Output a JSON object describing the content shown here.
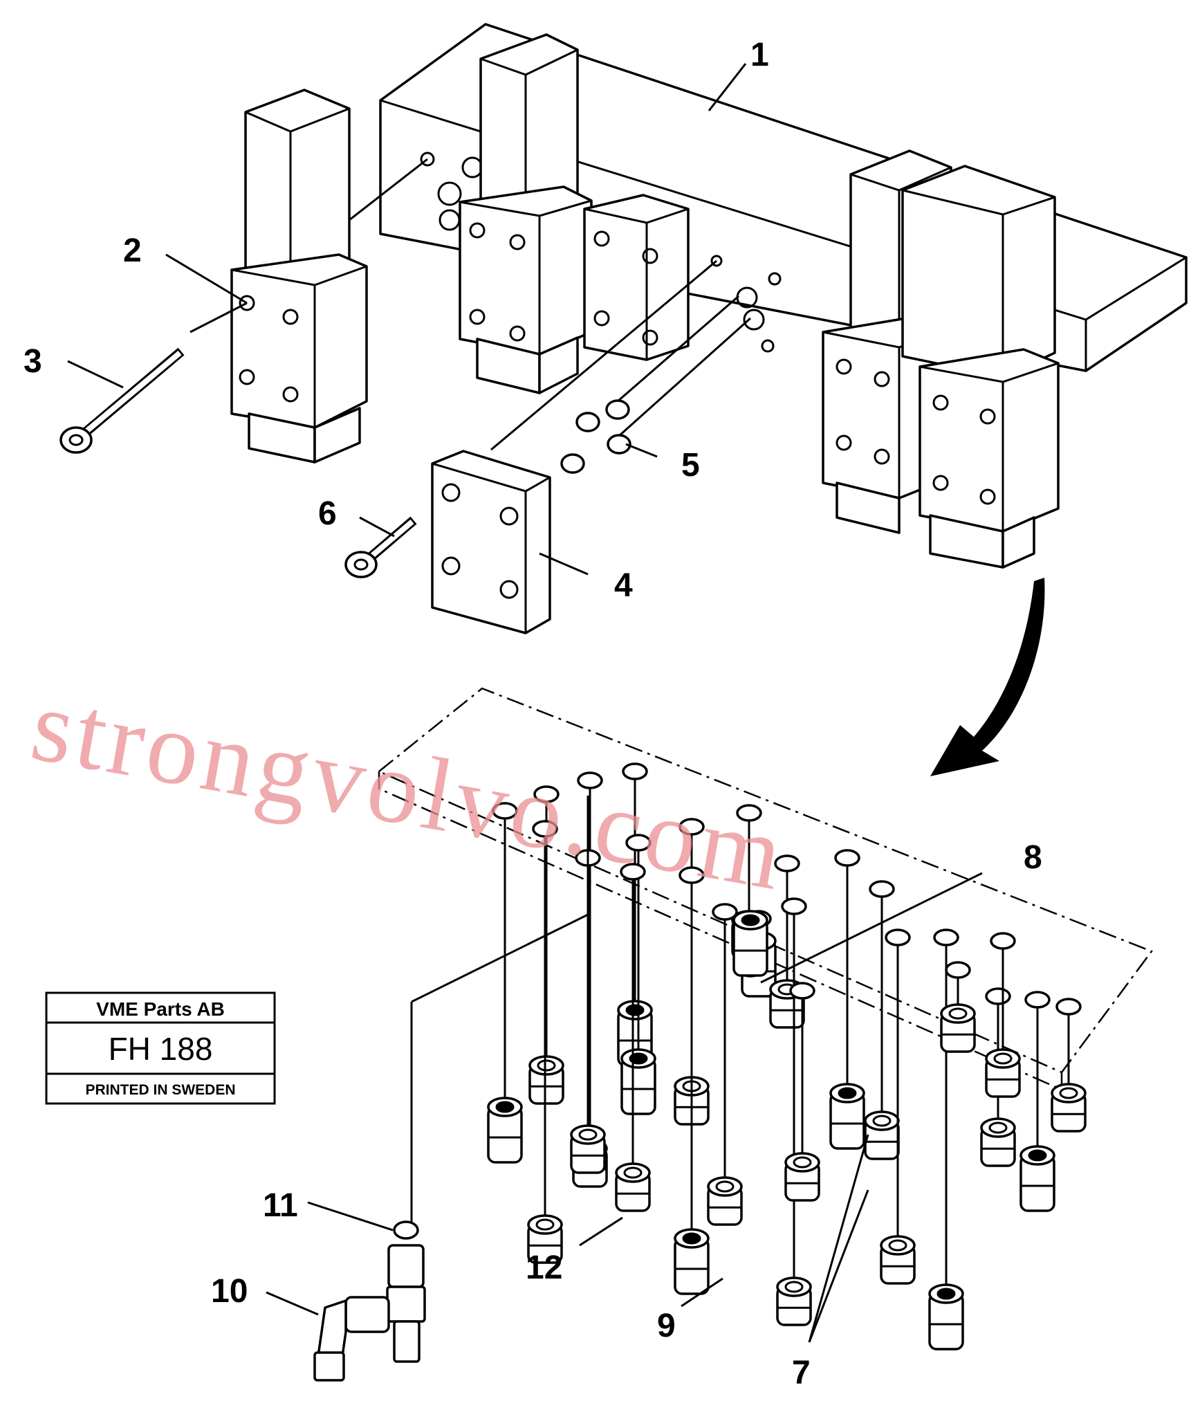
{
  "diagram": {
    "callouts": [
      "1",
      "2",
      "3",
      "4",
      "5",
      "6",
      "7",
      "8",
      "9",
      "10",
      "11",
      "12"
    ]
  },
  "info_box": {
    "title": "VME Parts AB",
    "code": "FH 188",
    "footer": "PRINTED IN SWEDEN"
  },
  "watermark": "strongvolvo.com"
}
